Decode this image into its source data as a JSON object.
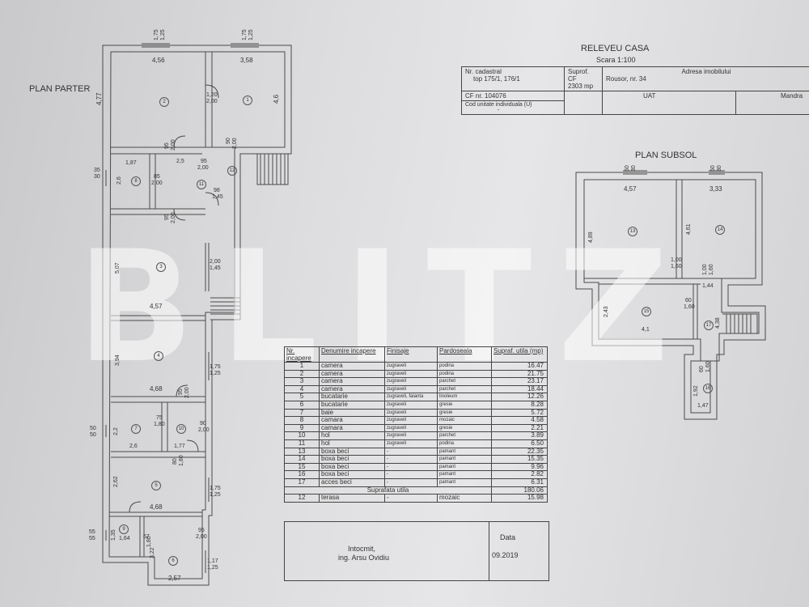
{
  "document": {
    "title": "RELEVEU CASA",
    "scale": "Scara 1:100",
    "plan_parter": "PLAN PARTER",
    "plan_subsol": "PLAN SUBSOL",
    "watermark": "BLITZ"
  },
  "cadastral": {
    "nr_cadastral_label": "Nr. cadastral",
    "nr_cadastral_value": "top 175/1, 176/1",
    "suprafata_cf_label": "Suprof. CF",
    "suprafata_cf_value": "2303 mp",
    "adresa_label": "Adresa imobilului",
    "adresa_value": "Rousor, nr. 34",
    "cf_label": "CF nr. 104076",
    "uat_label": "UAT",
    "uat_value": "Mandra",
    "cod_unitate": "Cod unitate individuala (U)",
    "cod_unitate_value": "-"
  },
  "table": {
    "headers": [
      "Nr. incapere",
      "Denumire incapere",
      "Finisaje",
      "Pardoseala",
      "Supraf. utila (mp)"
    ],
    "rows": [
      [
        "1",
        "camera",
        "zugraveli",
        "podina",
        "16.47"
      ],
      [
        "2",
        "camera",
        "zugraveli",
        "podina",
        "21.75"
      ],
      [
        "3",
        "camera",
        "zugraveli",
        "parchet",
        "23.17"
      ],
      [
        "4",
        "camera",
        "zugraveli",
        "parchet",
        "18.44"
      ],
      [
        "5",
        "bucatarie",
        "zugraveli, faianta",
        "linoleum",
        "12.26"
      ],
      [
        "6",
        "bucatarie",
        "zugraveli",
        "gresie",
        "8.28"
      ],
      [
        "7",
        "baie",
        "zugraveli",
        "gresie",
        "5.72"
      ],
      [
        "8",
        "camara",
        "zugraveli",
        "mozaic",
        "4.58"
      ],
      [
        "9",
        "camara",
        "zugraveli",
        "gresie",
        "2.21"
      ],
      [
        "10",
        "hol",
        "zugraveli",
        "parchet",
        "3.89"
      ],
      [
        "11",
        "hol",
        "zugraveli",
        "podina",
        "6.50"
      ],
      [
        "13",
        "boxa beci",
        "-",
        "pamant",
        "22.35"
      ],
      [
        "14",
        "boxa beci",
        "-",
        "pamant",
        "15.35"
      ],
      [
        "15",
        "boxa beci",
        "-",
        "pamant",
        "9.96"
      ],
      [
        "16",
        "boxa beci",
        "-",
        "pamant",
        "2.82"
      ],
      [
        "17",
        "acces beci",
        "-",
        "pamant",
        "6.31"
      ]
    ],
    "total_label": "Suprafata utila",
    "total_value": "180.06",
    "terasa": [
      "12",
      "terasa",
      "-",
      "mozaic",
      "15.98"
    ]
  },
  "footer": {
    "intocmit_label": "Intocmit,",
    "intocmit_name": "ing. Arsu Ovidiu",
    "data_label": "Data",
    "data_value": "09.2019"
  },
  "parter_labels": {
    "room_numbers": [
      "1",
      "2",
      "3",
      "4",
      "5",
      "6",
      "7",
      "8",
      "9",
      "10",
      "11",
      "12"
    ],
    "dims_top_1": "4,56",
    "dims_top_2": "3,58",
    "dim_477": "4,77",
    "dim_46": "4,6",
    "win_top_a": "1,75",
    "win_top_a2": "1,25",
    "win_top_b": "1,75",
    "win_top_b2": "1,25",
    "door_12": "1,20",
    "door_12b": "2,00",
    "door_95a": "95",
    "door_95a2": "2,00",
    "door_90a": "90",
    "door_90a2": "2,00",
    "d_187": "1,87",
    "d_25": "2,5",
    "d_95b": "95",
    "d_95b2": "2,00",
    "d_85": "85",
    "d_85b": "2,00",
    "d_26": "2,6",
    "d_35": "35",
    "d_30": "30",
    "d_98": "98",
    "d_145": "1,45",
    "d_95c": "95",
    "d_95c2": "2,00",
    "d_507": "5,07",
    "d_200": "2,00",
    "d_145b": "1,45",
    "d_457": "4,57",
    "d_394": "3,94",
    "d_175": "1,75",
    "d_125": "1,25",
    "d_468": "4,68",
    "d_95d": "95",
    "d_95d2": "2,00",
    "d_50": "50",
    "d_50b": "50",
    "d_22": "2,2",
    "d_75": "75",
    "d_180": "1,80",
    "d_90b": "90",
    "d_90b2": "2,00",
    "d_26b": "2,6",
    "d_177": "1,77",
    "d_80": "80",
    "d_180b": "1,80",
    "d_262": "2,62",
    "d_175b": "1,75",
    "d_125b": "1,25",
    "d_468b": "4,68",
    "d_55": "55",
    "d_55b": "55",
    "d_135": "1,35",
    "d_164": "1,64",
    "d_67": "67",
    "d_180c": "1,80",
    "d_95e": "95",
    "d_95e2": "2,00",
    "d_322": "3,22",
    "d_117": "1,17",
    "d_125c": "1,25",
    "d_257": "2,57"
  },
  "subsol_labels": {
    "room_numbers": [
      "13",
      "14",
      "15",
      "16",
      "17"
    ],
    "w_50": "50",
    "w_30": "30",
    "w_50b": "50",
    "w_30b": "30",
    "d_457": "4,57",
    "d_333": "3,33",
    "d_489": "4,89",
    "d_461": "4,61",
    "d_100": "1,00",
    "d_160": "1,60",
    "d_100b": "1,00",
    "d_160b": "1,60",
    "d_144": "1,44",
    "d_243": "2,43",
    "d_41": "4,1",
    "d_60": "60",
    "d_160c": "1,60",
    "d_438": "4,38",
    "d_60b": "60",
    "d_160d": "1,60",
    "d_192": "1,92",
    "d_147": "1,47"
  }
}
